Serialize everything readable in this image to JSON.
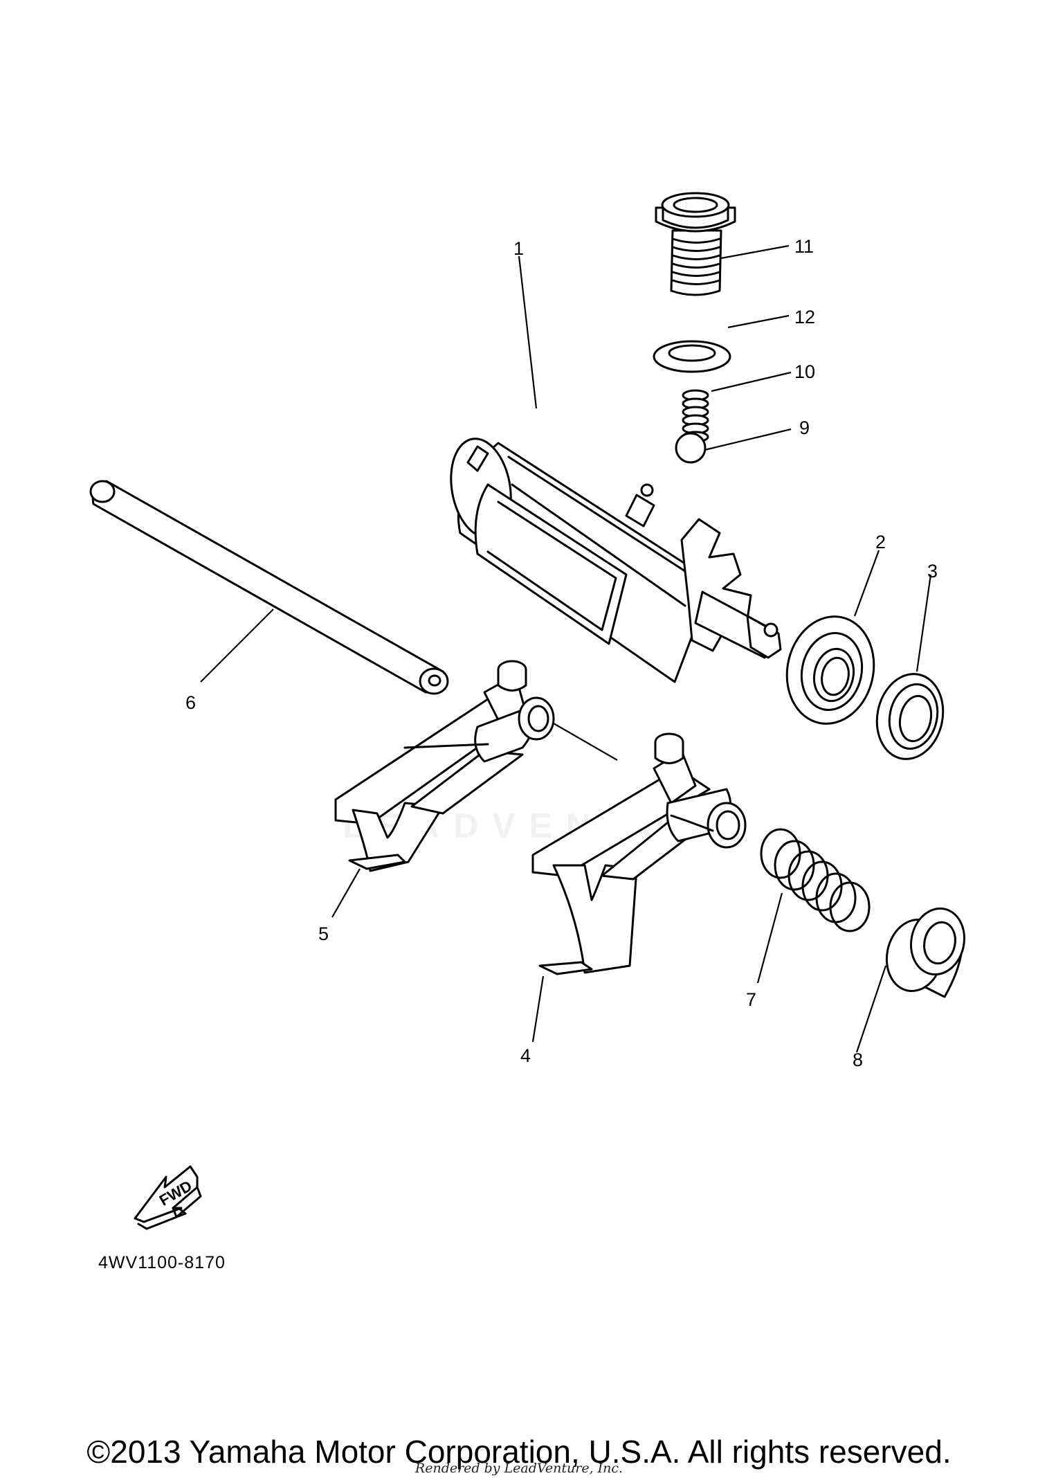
{
  "callouts": [
    "1",
    "2",
    "3",
    "4",
    "5",
    "6",
    "7",
    "8",
    "9",
    "10",
    "11",
    "12"
  ],
  "fwd_label": "FWD",
  "diagram_code": "4WV1100-8170",
  "watermark": "LEADVENTURE",
  "copyright": "©2013 Yamaha Motor Corporation, U.S.A. All rights reserved.",
  "rendered_by": "Rendered by LeadVenture, Inc."
}
